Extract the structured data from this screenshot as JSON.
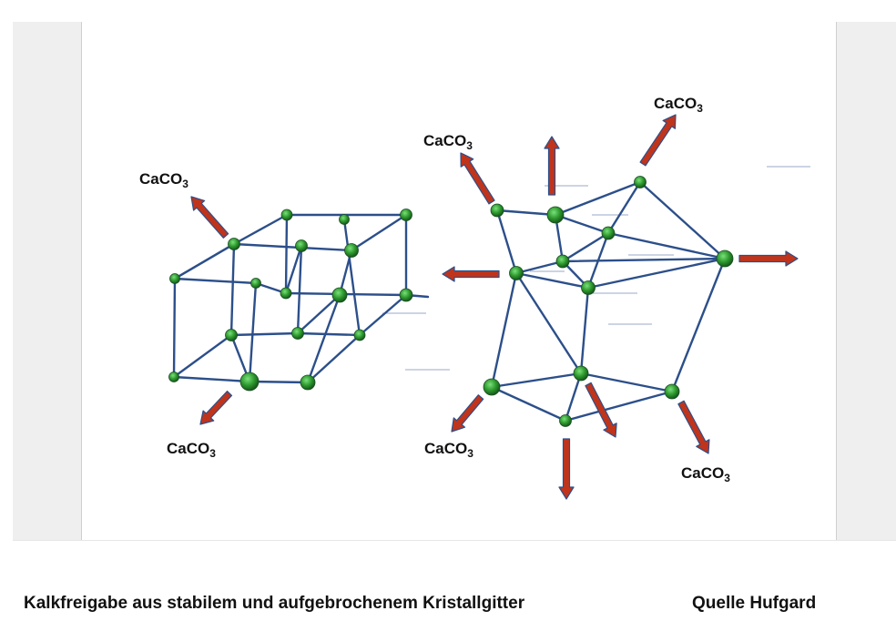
{
  "labels": {
    "compound_main": "CaCO",
    "compound_sub": "3"
  },
  "caption": "Kalkfreigabe aus stabilem und aufgebrochenem Kristallgitter",
  "source": "Quelle Hufgard",
  "colors": {
    "lattice_line": "#2c4f8a",
    "node_fill": "#2e9a2e",
    "arrow_fill": "#c0341c",
    "arrow_outline": "#2c4f8a"
  }
}
